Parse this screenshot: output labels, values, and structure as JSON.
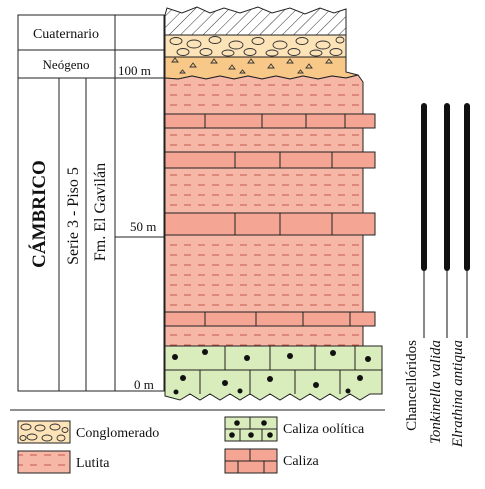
{
  "column": {
    "periods": [
      {
        "key": "cuaternario",
        "label": "Cuaternario"
      },
      {
        "key": "neogeno",
        "label": "Neógeno"
      },
      {
        "key": "cambrico",
        "label": "CÁMBRICO"
      }
    ],
    "serie_label": "Serie 3 - Piso 5",
    "formation_label": "Fm. El Gavilán",
    "scale_ticks": [
      "100 m",
      "50 m",
      "0 m"
    ]
  },
  "fossil_ranges": [
    {
      "name": "Chancellóridos",
      "style": "normal"
    },
    {
      "name": "Tonkinella valida",
      "style": "italic"
    },
    {
      "name": "Elrathina antiqua",
      "style": "italic"
    }
  ],
  "legend": [
    {
      "key": "conglomerado",
      "label": "Conglomerado"
    },
    {
      "key": "caliza_oolitica",
      "label": "Caliza oolítica"
    },
    {
      "key": "lutita",
      "label": "Lutita"
    },
    {
      "key": "caliza",
      "label": "Caliza"
    }
  ],
  "colors": {
    "lutita": "#f6b7a6",
    "caliza": "#f4a594",
    "caliza_oolitica": "#d9ecbb",
    "conglomerado": "#fde3b8",
    "neogeno": "#f7c887",
    "line": "#222222"
  }
}
